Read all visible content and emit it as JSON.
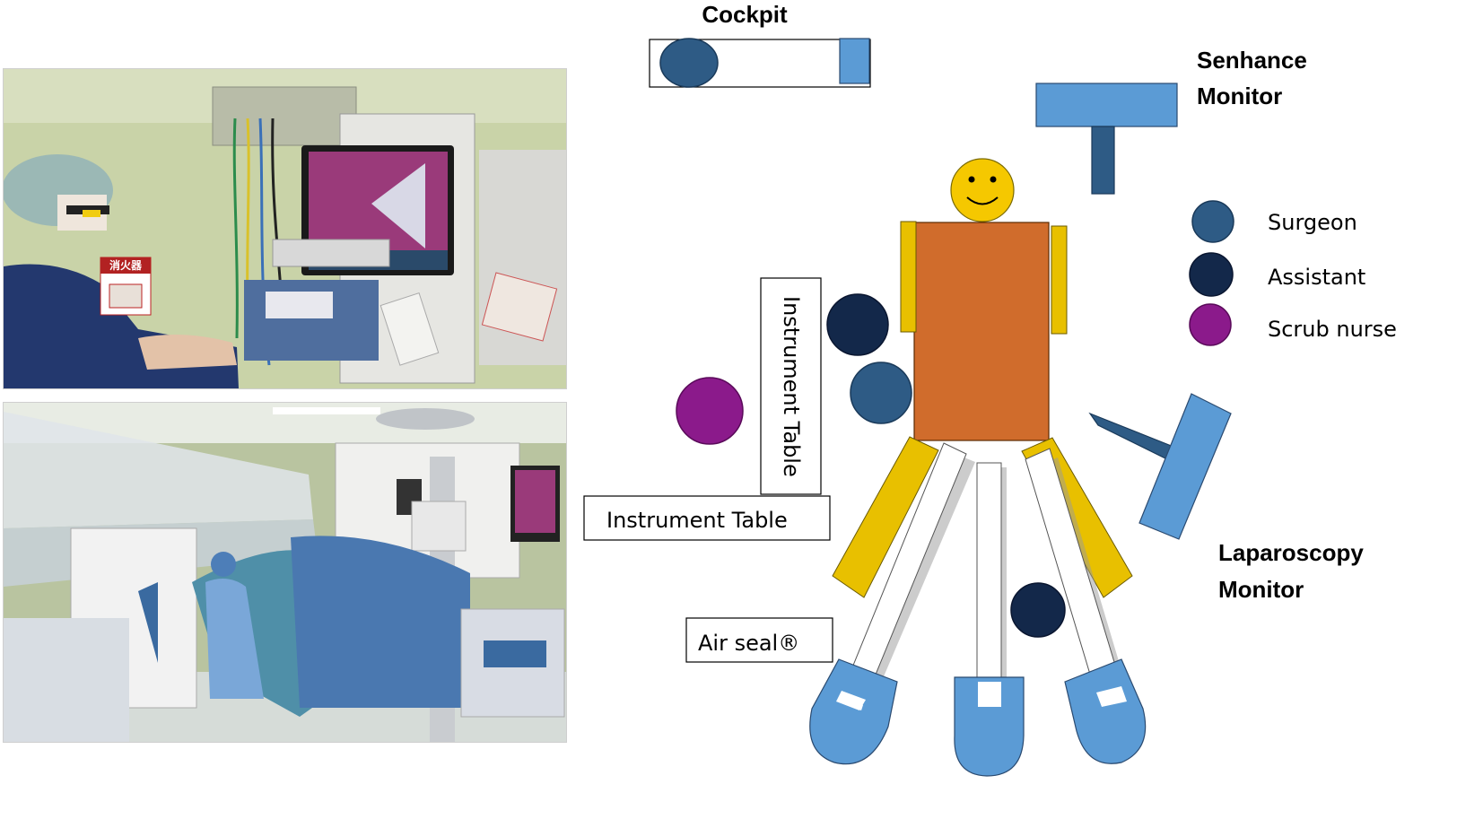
{
  "labels": {
    "cockpit": "Cockpit",
    "senhance_monitor_line1": "Senhance",
    "senhance_monitor_line2": "Monitor",
    "laparoscopy_monitor_line1": "Laparoscopy",
    "laparoscopy_monitor_line2": "Monitor",
    "instrument_table_vertical": "Instrument Table",
    "instrument_table_horizontal": "Instrument Table",
    "air_seal": "Air seal®",
    "extinguisher_sign": "消火器"
  },
  "legend": [
    {
      "label": "Surgeon",
      "color": "#2e5b85"
    },
    {
      "label": "Assistant",
      "color": "#13284a"
    },
    {
      "label": "Scrub nurse",
      "color": "#8b1a8b"
    }
  ],
  "colors": {
    "surgeon": "#2e5b85",
    "assistant": "#13284a",
    "scrub_nurse": "#8b1a8b",
    "monitor": "#5b9bd5",
    "monitor_stand": "#2e5b85",
    "patient_body": "#d06c2c",
    "patient_limbs": "#e8c000",
    "patient_head": "#f5c800",
    "robot_arm_base": "#5b9bd5"
  }
}
